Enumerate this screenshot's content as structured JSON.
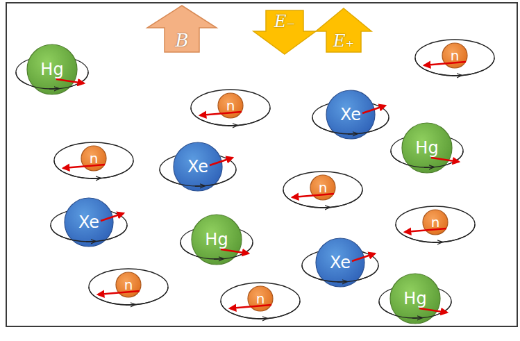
{
  "diagram": {
    "nodes": [
      {
        "text": [
          "B"
        ]
      },
      {
        "text": [
          "E₋"
        ]
      },
      {
        "text": [
          "E₊"
        ]
      },
      {
        "text": [
          "Hg"
        ]
      },
      {
        "text": [
          "n"
        ]
      },
      {
        "text": [
          "Xe"
        ]
      },
      {
        "text": [
          "n"
        ]
      },
      {
        "text": [
          "n"
        ]
      },
      {
        "text": [
          "Xe"
        ]
      },
      {
        "text": [
          "n"
        ]
      },
      {
        "text": [
          "Hg"
        ]
      },
      {
        "text": [
          "Xe"
        ]
      },
      {
        "text": [
          "Hg"
        ]
      },
      {
        "text": [
          "Xe"
        ]
      },
      {
        "text": [
          "n"
        ]
      },
      {
        "text": [
          "n"
        ]
      },
      {
        "text": [
          "n"
        ]
      },
      {
        "text": [
          "Hg"
        ]
      }
    ]
  }
}
